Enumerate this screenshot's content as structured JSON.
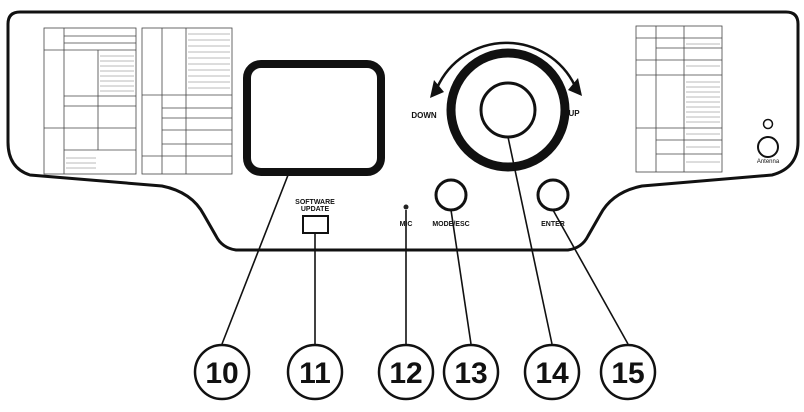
{
  "labels": {
    "software_update": "SOFTWARE UPDATE",
    "software_update_line1": "SOFTWARE",
    "software_update_line2": "UPDATE",
    "mic": "MIC",
    "mode_esc": "MODE/ESC",
    "enter": "ENTER",
    "down": "DOWN",
    "up": "UP",
    "antenna": "Antenna"
  },
  "callouts": [
    "10",
    "11",
    "12",
    "13",
    "14",
    "15"
  ]
}
